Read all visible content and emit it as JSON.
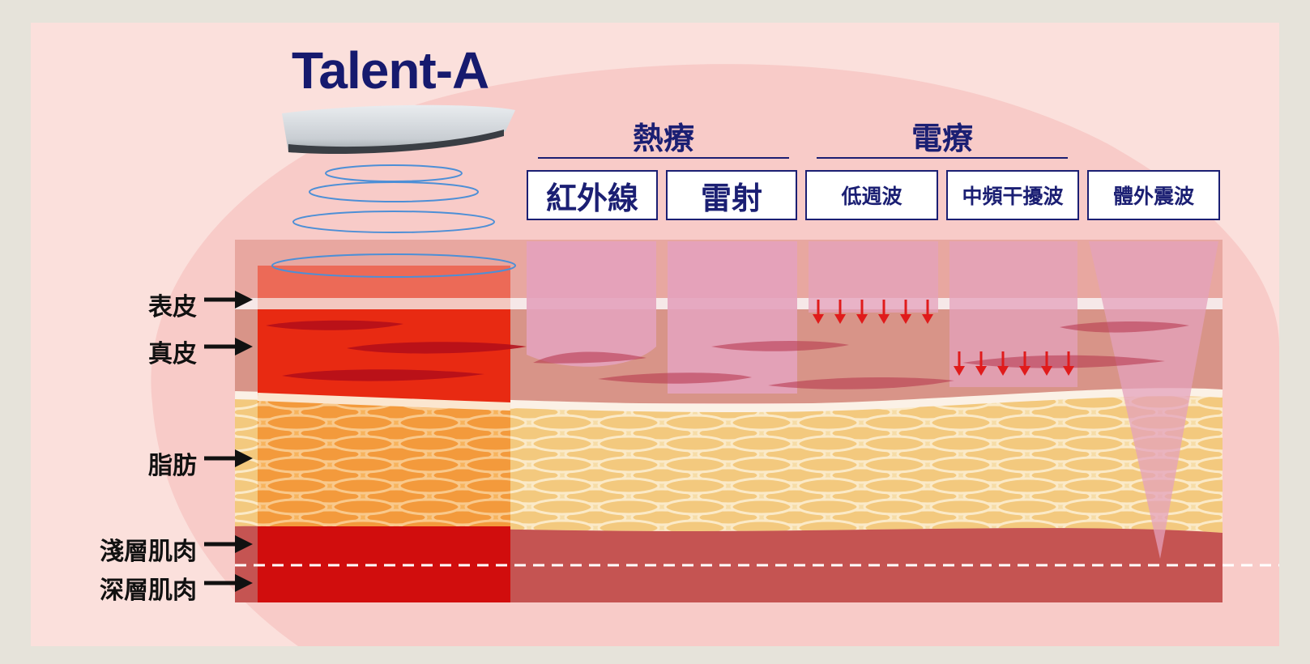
{
  "brand": {
    "name": "Talent-A"
  },
  "groups": [
    {
      "title": "熱療",
      "treatments": [
        "紅外線",
        "雷射"
      ]
    },
    {
      "title": "電療",
      "treatments": [
        "低週波",
        "中頻干擾波",
        "體外震波"
      ]
    }
  ],
  "layers": [
    "表皮",
    "真皮",
    "脂肪",
    "淺層肌肉",
    "深層肌肉"
  ],
  "icons": {
    "device": "device-head-icon",
    "waves": "energy-wave-icon",
    "arrow": "right-arrow-icon",
    "downArrow": "down-arrow-icon"
  },
  "colors": {
    "title": "#1b1f73",
    "panelBackground": "#fbe0dc",
    "deepPenetration": "#e82a12",
    "dermis": "#d89488",
    "fat": "#f6dca6",
    "muscle": "#c55452",
    "treatmentZone": "#e4a2bc",
    "downArrow": "#e01b1b"
  }
}
